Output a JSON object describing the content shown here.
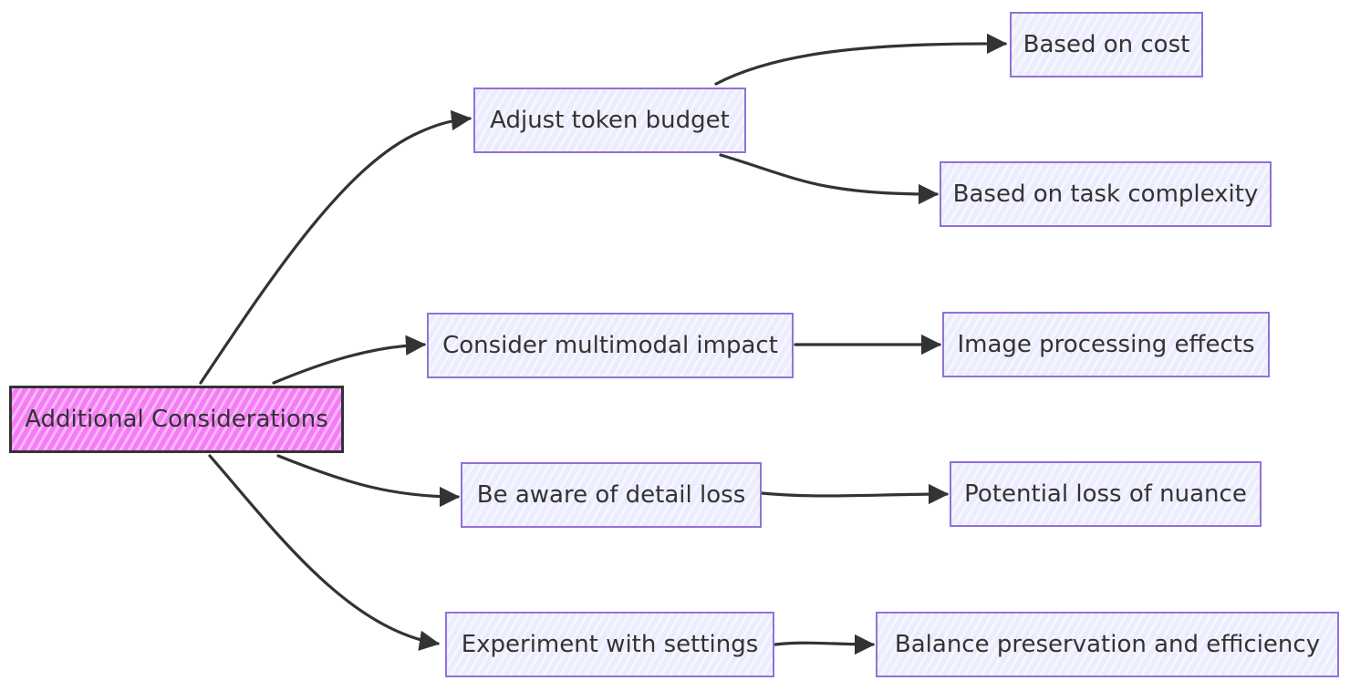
{
  "colors": {
    "root_fill": "#F57CF5",
    "root_border": "#333333",
    "node_fill": "#ECECFF",
    "node_border": "#9370DB",
    "edge": "#333333",
    "text": "#333333"
  },
  "root": {
    "label": "Additional Considerations"
  },
  "branches": [
    {
      "label": "Adjust token budget",
      "children": [
        "Based on cost",
        "Based on task complexity"
      ]
    },
    {
      "label": "Consider multimodal impact",
      "children": [
        "Image processing effects"
      ]
    },
    {
      "label": "Be aware of detail loss",
      "children": [
        "Potential loss of nuance"
      ]
    },
    {
      "label": "Experiment with settings",
      "children": [
        "Balance preservation and efficiency"
      ]
    }
  ]
}
